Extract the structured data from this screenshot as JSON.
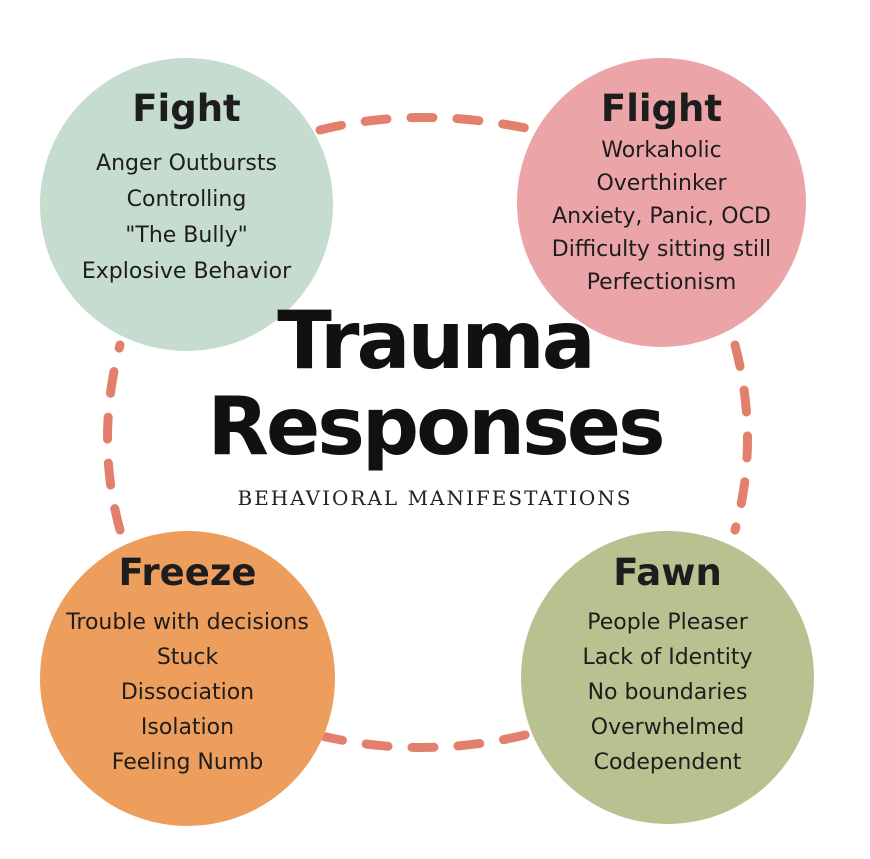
{
  "title": {
    "line1": "Trauma",
    "line2": "Responses"
  },
  "subtitle": "BEHAVIORAL MANIFESTATIONS",
  "colors": {
    "fight": "#c5dccf",
    "flight": "#eba4a8",
    "freeze": "#ee9e5c",
    "fawn": "#b8c290",
    "dashes": "#e3806d"
  },
  "responses": {
    "fight": {
      "title": "Fight",
      "items": [
        "Anger Outbursts",
        "Controlling",
        "\"The Bully\"",
        "Explosive Behavior"
      ]
    },
    "flight": {
      "title": "Flight",
      "items": [
        "Workaholic",
        "Overthinker",
        "Anxiety, Panic, OCD",
        "Difficulty sitting still",
        "Perfectionism"
      ]
    },
    "freeze": {
      "title": "Freeze",
      "items": [
        "Trouble with decisions",
        "Stuck",
        "Dissociation",
        "Isolation",
        "Feeling Numb"
      ]
    },
    "fawn": {
      "title": "Fawn",
      "items": [
        "People Pleaser",
        "Lack of Identity",
        "No boundaries",
        "Overwhelmed",
        "Codependent"
      ]
    }
  }
}
